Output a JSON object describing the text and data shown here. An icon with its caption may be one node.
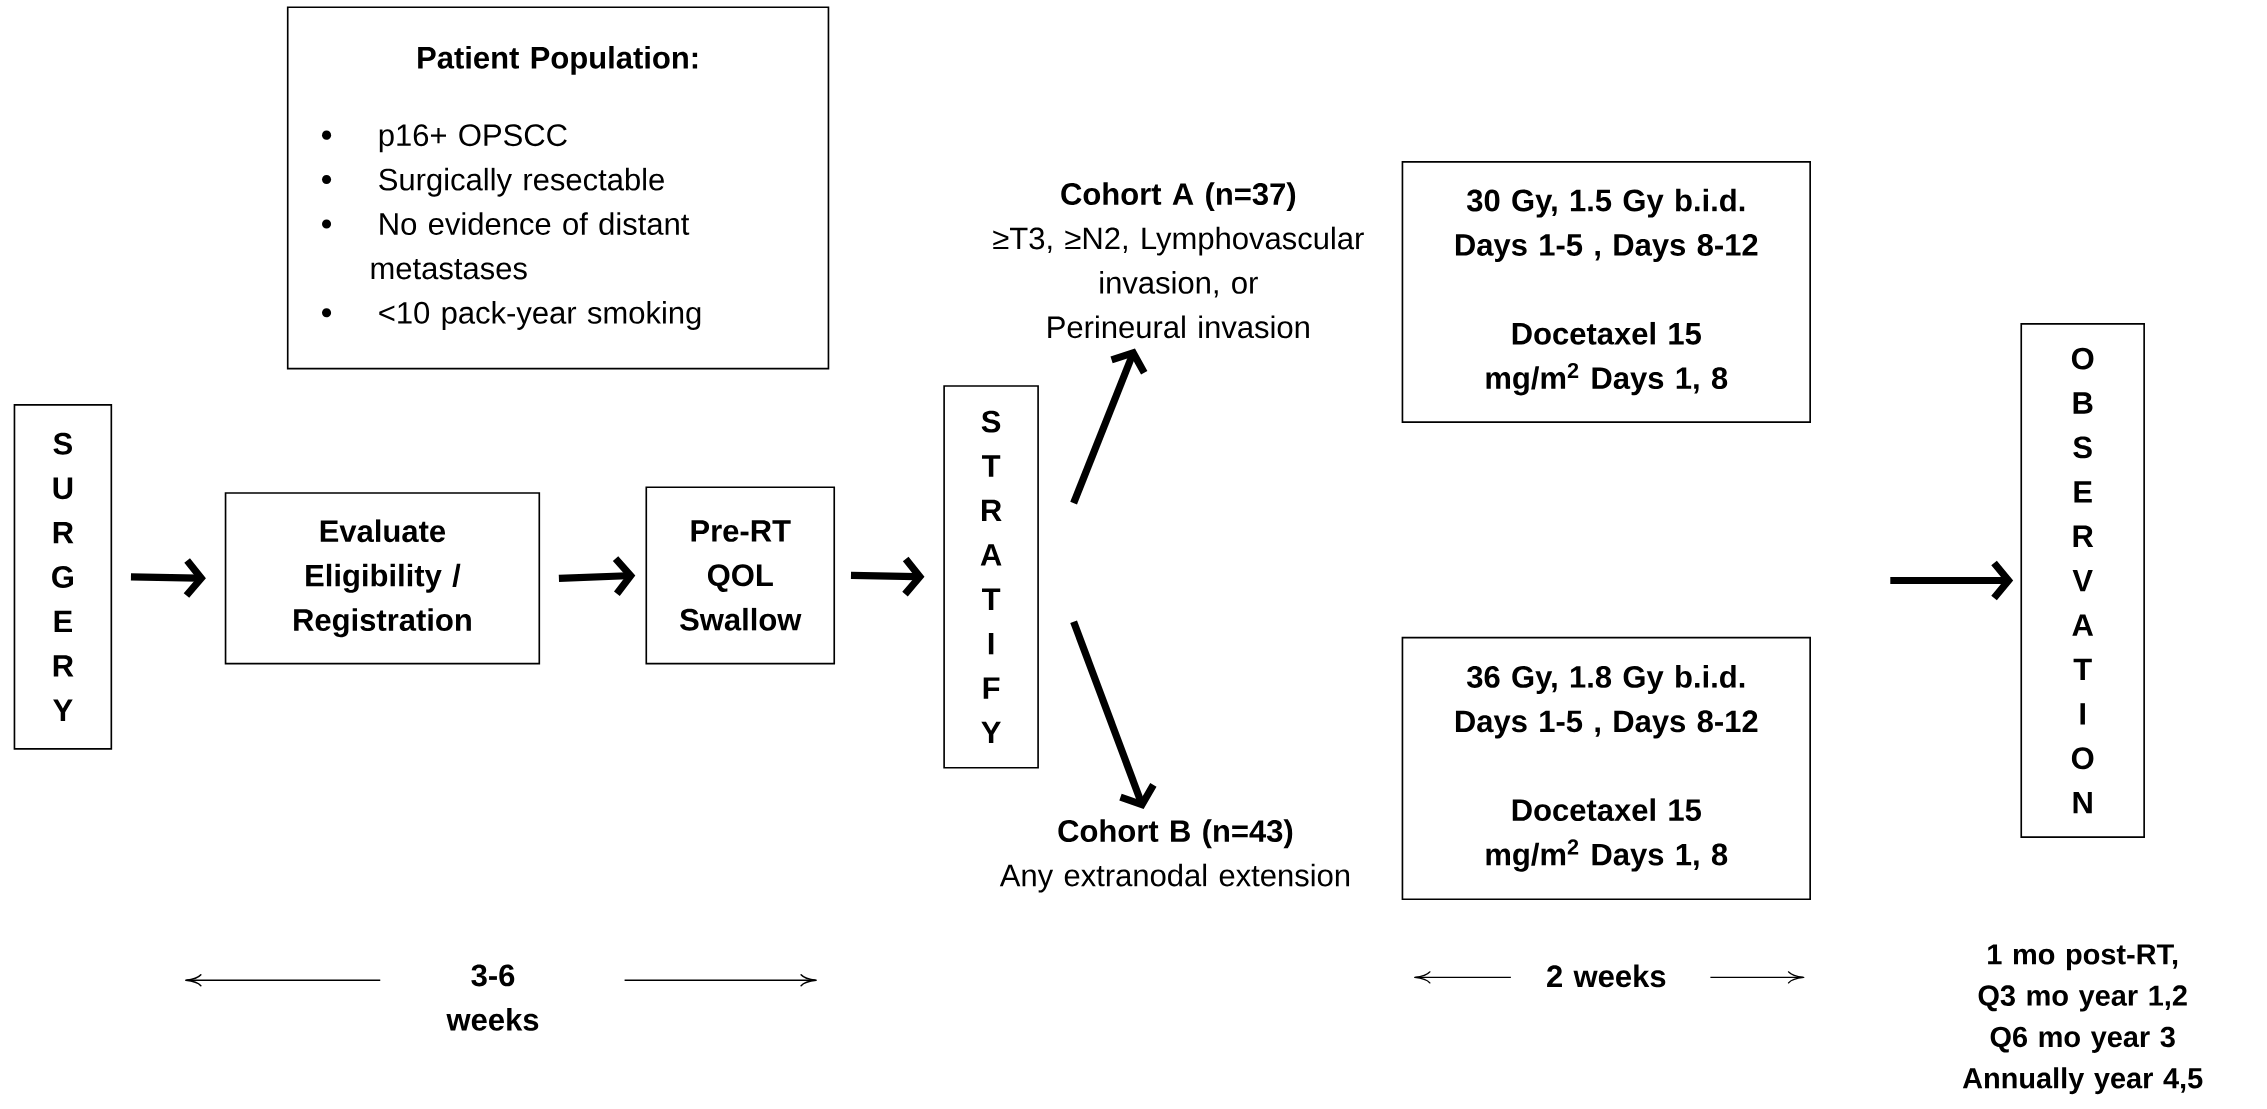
{
  "diagram": {
    "nodes": [
      {
        "text": [
          "Patient Population:",
          "p16+ OPSCC",
          "Surgically resectable",
          "No evidence of distant metastases",
          "<10 pack-year smoking"
        ]
      },
      {
        "text": [
          "S U R G E R Y"
        ]
      },
      {
        "text": [
          "Evaluate Eligibility / Registration"
        ]
      },
      {
        "text": [
          "Pre-RT QOL Swallow"
        ]
      },
      {
        "text": [
          "S T R A T I F Y"
        ]
      },
      {
        "text": [
          "Cohort A (n=37)",
          "≥T3, ≥N2, Lymphovascular invasion, or Perineural invasion"
        ]
      },
      {
        "text": [
          "30 Gy, 1.5 Gy b.i.d. Days 1-5 , Days 8-12",
          "Docetaxel 15 mg/m$^{2}$ Days 1, 8"
        ]
      },
      {
        "text": [
          "Cohort B (n=43)",
          "Any extranodal extension"
        ]
      },
      {
        "text": [
          "36 Gy, 1.8 Gy b.i.d. Days 1-5 , Days 8-12",
          "Docetaxel 15 mg/m$^{2}$ Days 1, 8"
        ]
      },
      {
        "text": [
          "O B S E R V A T I O N"
        ],
        "beside": [
          "1 mo post-RT, Q3 mo year 1,2 Q6 mo year 3 Annually year 4,5"
        ]
      }
    ],
    "edges": [
      {
        "from": 1,
        "to": 2,
        "arrow": "to"
      },
      {
        "from": 2,
        "to": 3,
        "arrow": "to"
      },
      {
        "from": 3,
        "to": 4,
        "arrow": "to"
      },
      {
        "from": 4,
        "to": 5,
        "arrow": "to"
      },
      {
        "from": 4,
        "to": 7,
        "arrow": "to"
      },
      {
        "from": null,
        "to": 9,
        "arrow": "to"
      }
    ],
    "labels": [
      "3-6 weeks",
      "2 weeks"
    ]
  }
}
